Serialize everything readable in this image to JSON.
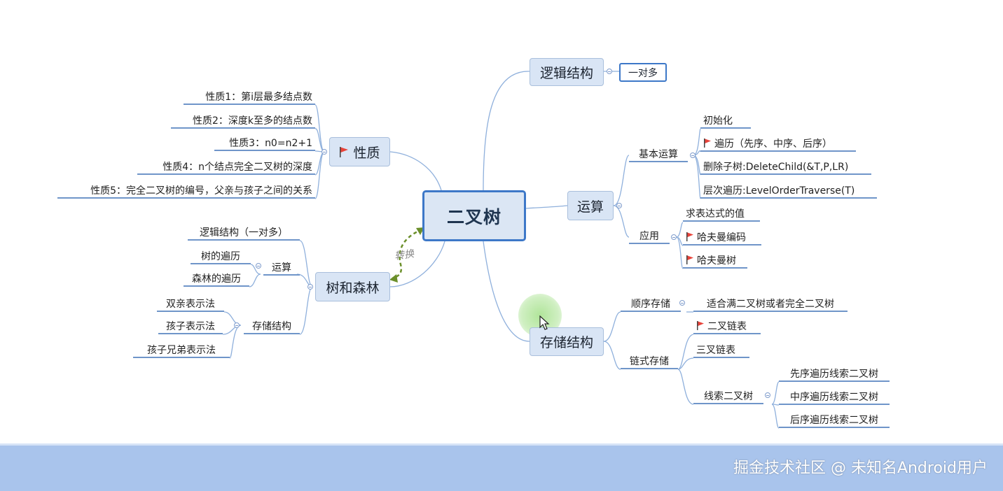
{
  "root": "二叉树",
  "convert_label": "转换",
  "logic": {
    "title": "逻辑结构",
    "child": "一对多"
  },
  "ops": {
    "title": "运算",
    "basic": {
      "title": "基本运算",
      "items": [
        "初始化",
        "遍历（先序、中序、后序）",
        "删除子树:DeleteChild(&T,P,LR)",
        "层次遍历:LevelOrderTraverse(T)"
      ]
    },
    "app": {
      "title": "应用",
      "items": [
        "求表达式的值",
        "哈夫曼编码",
        "哈夫曼树"
      ]
    }
  },
  "storage": {
    "title": "存储结构",
    "seq": {
      "title": "顺序存储",
      "child": "适合满二叉树或者完全二叉树"
    },
    "link": {
      "title": "链式存储",
      "items": [
        "二叉链表",
        "三叉链表"
      ],
      "thread": {
        "title": "线索二叉树",
        "items": [
          "先序遍历线索二叉树",
          "中序遍历线索二叉树",
          "后序遍历线索二叉树"
        ]
      }
    }
  },
  "props": {
    "title": "性质",
    "items": [
      "性质1：第i层最多结点数",
      "性质2：深度k至多的结点数",
      "性质3：n0=n2+1",
      "性质4：n个结点完全二叉树的深度",
      "性质5：完全二叉树的编号，父亲与孩子之间的关系"
    ]
  },
  "forest": {
    "title": "树和森林",
    "logic": "逻辑结构（一对多）",
    "ops": {
      "title": "运算",
      "items": [
        "树的遍历",
        "森林的遍历"
      ]
    },
    "store": {
      "title": "存储结构",
      "items": [
        "双亲表示法",
        "孩子表示法",
        "孩子兄弟表示法"
      ]
    }
  },
  "watermark": "掘金技术社区 @ 未知名Android用户",
  "colors": {
    "line": "#6f95c9",
    "box_fill": "#d9e5f5",
    "root_border": "#3d78c8",
    "flag": "#e8433a",
    "convert_arrow": "#6b8f2a",
    "footer": "#a9c4ec"
  }
}
